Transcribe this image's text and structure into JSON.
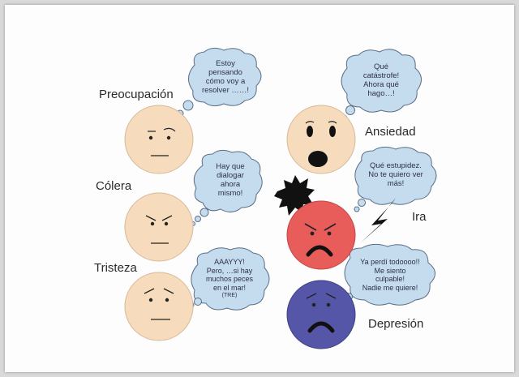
{
  "emotions": [
    {
      "label": "Preocupación",
      "bubble": [
        "Estoy",
        "pensando",
        "cómo voy a",
        "resolver ……!"
      ]
    },
    {
      "label": "Cólera",
      "bubble": [
        "Hay que",
        "dialogar",
        "ahora",
        "mismo!"
      ]
    },
    {
      "label": "Tristeza",
      "bubble": [
        "AAAYYY!",
        "Pero, …si hay",
        "muchos peces",
        "en el mar!",
        "(TRE)"
      ]
    },
    {
      "label": "Ansiedad",
      "bubble": [
        "Qué",
        "catástrofe!",
        "Ahora qué",
        "hago…!"
      ]
    },
    {
      "label": "Ira",
      "bubble": [
        "Qué estupidez.",
        "No te quiero ver",
        "más!"
      ]
    },
    {
      "label": "Depresión",
      "bubble": [
        "Ya perdí todoooo!!",
        "Me siento",
        "culpable!",
        "Nadie me quiere!"
      ]
    }
  ],
  "colors": {
    "skin": "#f6dcbc",
    "ira": "#e85c5a",
    "depresion": "#5556a8",
    "bubble": "#c4dcee"
  }
}
